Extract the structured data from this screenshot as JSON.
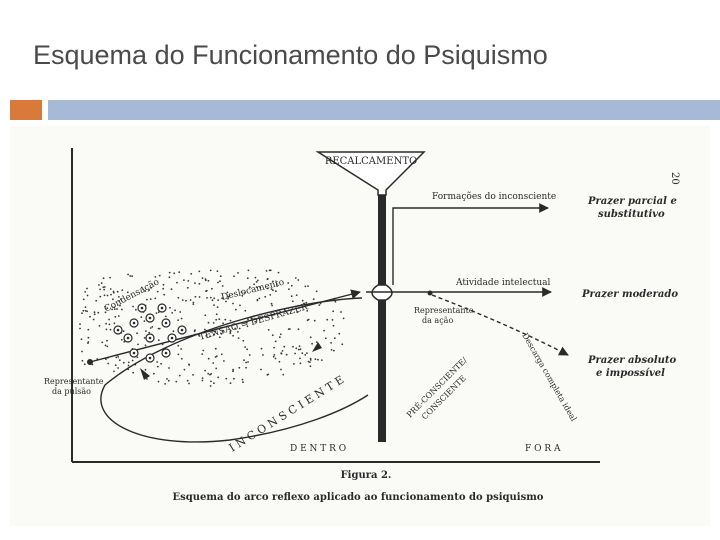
{
  "slide": {
    "title": "Esquema do Funcionamento do Psiquismo",
    "accent_orange": "#d9793a",
    "accent_blue": "#a6b9d6"
  },
  "figure": {
    "recalcamento": "RECALCAMENTO",
    "page_number": "20",
    "formacoes": "Formações do inconsciente",
    "atividade": "Atividade intelectual",
    "prazer_parcial_1": "Prazer parcial e",
    "prazer_parcial_2": "substitutivo",
    "prazer_moderado": "Prazer moderado",
    "prazer_absoluto_1": "Prazer absoluto",
    "prazer_absoluto_2": "e impossível",
    "representante_acao_1": "Representante",
    "representante_acao_2": "da ação",
    "representante_pulsao_1": "Representante",
    "representante_pulsao_2": "da pulsão",
    "condensacao": "Condensação",
    "deslocamento": "Deslocamento",
    "tensao": "TENSÃO = DESPRAZER",
    "inconsciente": "I N C O N S C I E N T E",
    "pre_consciente_1": "PRÉ-CONSCIENTE/",
    "pre_consciente_2": "CONSCIENTE",
    "descarga": "Descarga completa ideal",
    "dentro": "D E N T R O",
    "fora": "F O R A",
    "caption_number": "Figura 2.",
    "caption_text": "Esquema do arco reflexo aplicado ao funcionamento do psiquismo"
  }
}
